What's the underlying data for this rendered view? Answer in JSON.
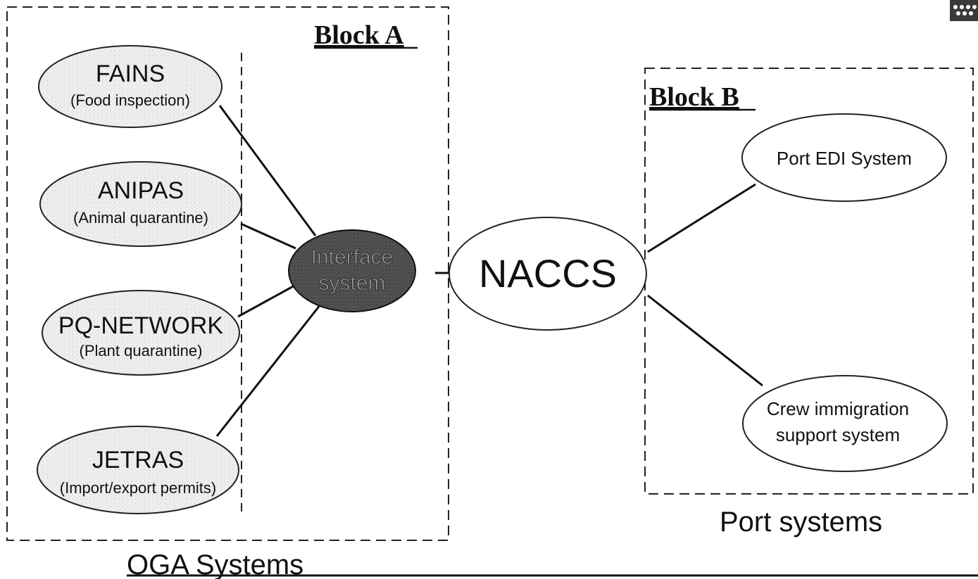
{
  "block_a": {
    "title": "Block A",
    "caption": "OGA Systems",
    "systems": [
      {
        "name": "FAINS",
        "desc": "(Food inspection)"
      },
      {
        "name": "ANIPAS",
        "desc": "(Animal quarantine)"
      },
      {
        "name": "PQ-NETWORK",
        "desc": "(Plant quarantine)"
      },
      {
        "name": "JETRAS",
        "desc": "(Import/export permits)"
      }
    ],
    "interface": {
      "line1": "Interface",
      "line2": "system"
    }
  },
  "center": {
    "name": "NACCS"
  },
  "block_b": {
    "title": "Block B",
    "caption": "Port systems",
    "systems": [
      {
        "line1": "Port EDI System",
        "line2": ""
      },
      {
        "line1": "Crew immigration",
        "line2": "support system"
      }
    ]
  },
  "colors": {
    "interface_fill": "#4a4a4a",
    "ellipse_fill": "#ececec",
    "line": "#111111"
  }
}
